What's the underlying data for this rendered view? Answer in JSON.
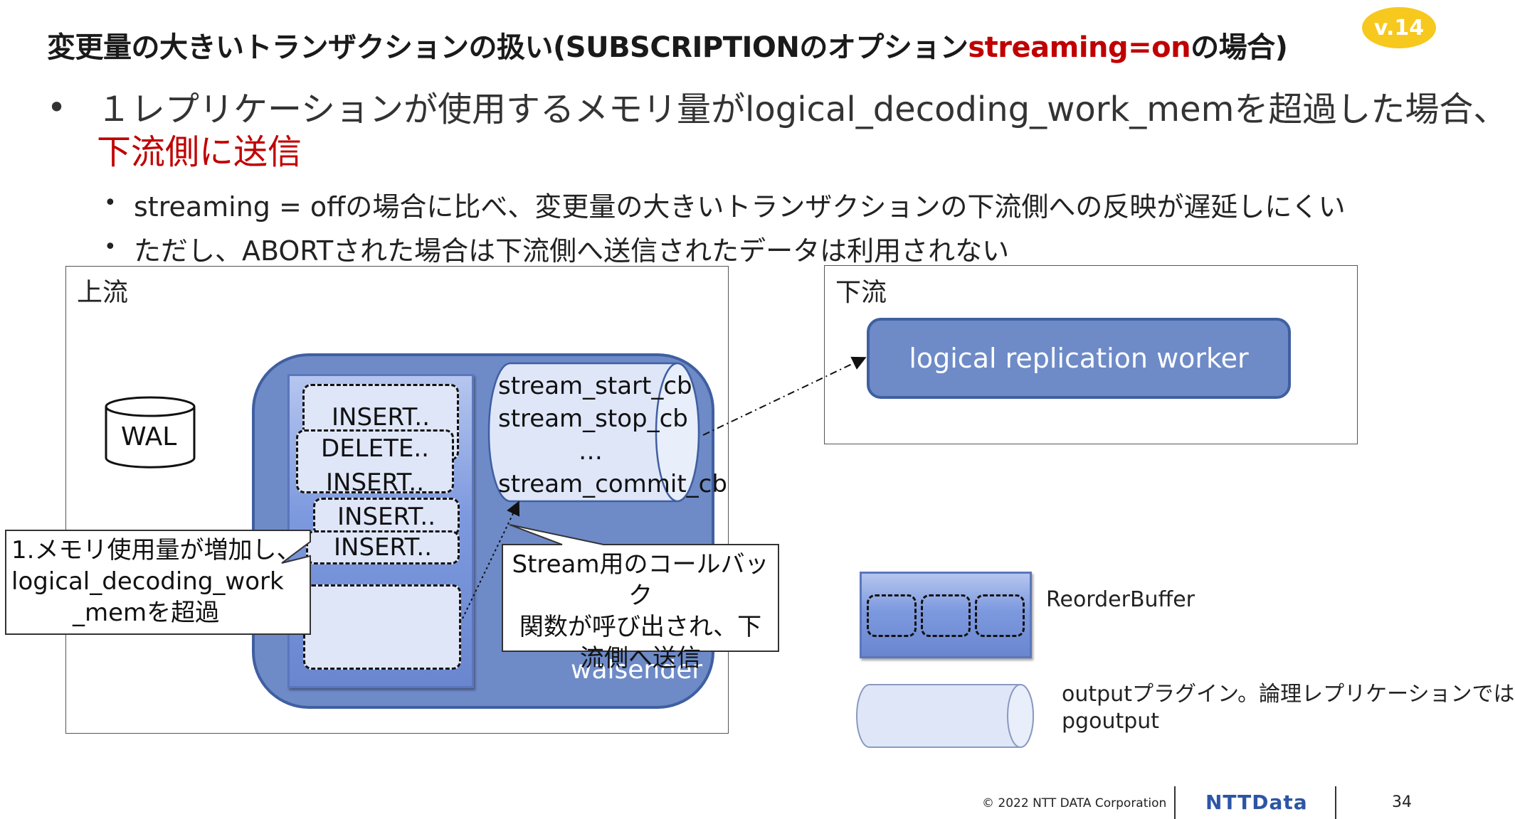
{
  "slide": {
    "title_prefix": "変更量の大きいトランザクションの扱い(SUBSCRIPTIONのオプション",
    "title_highlight": "streaming=on",
    "title_suffix": "の場合)",
    "version_badge": "v.14"
  },
  "bullets": {
    "main_marker": "•",
    "main_text_line1": "１レプリケーションが使用するメモリ量がlogical_decoding_work_memを超過した場合、",
    "main_text_line2": "下流側に送信",
    "sub_marker": "•",
    "sub1": "streaming = offの場合に比べ、変更量の大きいトランザクションの下流側への反映が遅延しにくい",
    "sub2": "ただし、ABORTされた場合は下流側へ送信されたデータは利用されない"
  },
  "diagram": {
    "upstream_label": "上流",
    "downstream_label": "下流",
    "wal_label": "WAL",
    "walsender_label": "walsender",
    "changes": [
      "INSERT..",
      "DELETE..",
      "INSERT..",
      "INSERT..",
      "INSERT.."
    ],
    "callbacks": [
      "stream_start_cb",
      "stream_stop_cb",
      "…",
      "stream_commit_cb"
    ],
    "worker_label": "logical replication worker",
    "callout_memory": [
      "1.メモリ使用量が増加し、",
      "logical_decoding_work",
      "_memを超過"
    ],
    "callout_stream": [
      "Stream用のコールバック",
      "関数が呼び出され、下",
      "流側へ送信"
    ]
  },
  "legend": {
    "reorderbuffer_label": "ReorderBuffer",
    "output_line1": "outputプラグイン。論理レプリケーションでは",
    "output_line2": "pgoutput"
  },
  "footer": {
    "copyright": "© 2022 NTT DATA Corporation",
    "logo": "NTTData",
    "page_number": "34"
  },
  "colors": {
    "accent_red": "#c00000",
    "box_blue": "#6e8bc8",
    "badge_yellow": "#f7c81d"
  }
}
